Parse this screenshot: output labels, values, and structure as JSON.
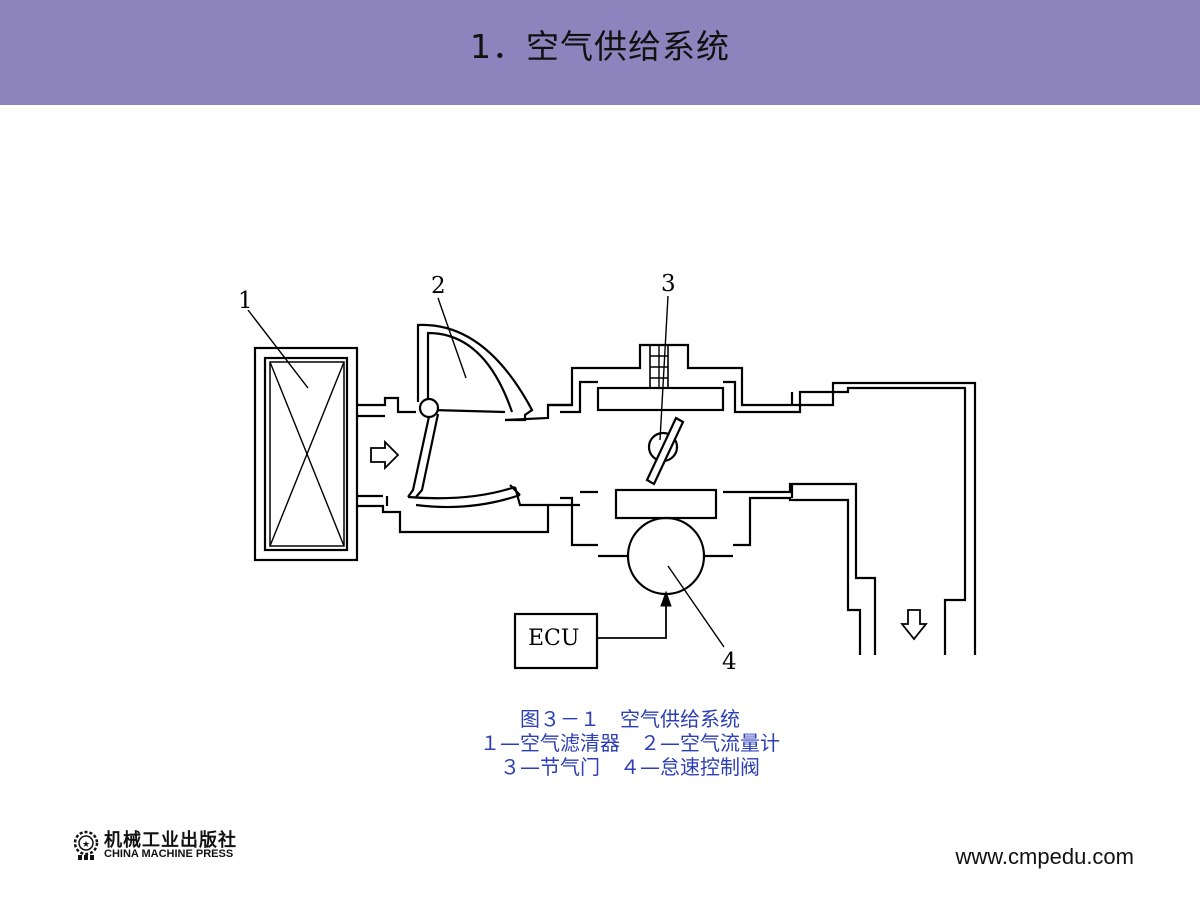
{
  "header": {
    "title": "1．空气供给系统",
    "background": "#8d84bd"
  },
  "diagram": {
    "callouts": [
      "1",
      "2",
      "3",
      "4"
    ],
    "ecu_label": "ECU"
  },
  "caption": {
    "color": "#2d3fb5",
    "lines": [
      "图３－１　空气供给系统",
      "１—空气滤清器　２—空气流量计",
      "３—节气门　４—怠速控制阀"
    ]
  },
  "footer": {
    "publisher_cn": "机械工业出版社",
    "publisher_en": "CHINA MACHINE PRESS",
    "website": "www.cmpedu.com"
  }
}
